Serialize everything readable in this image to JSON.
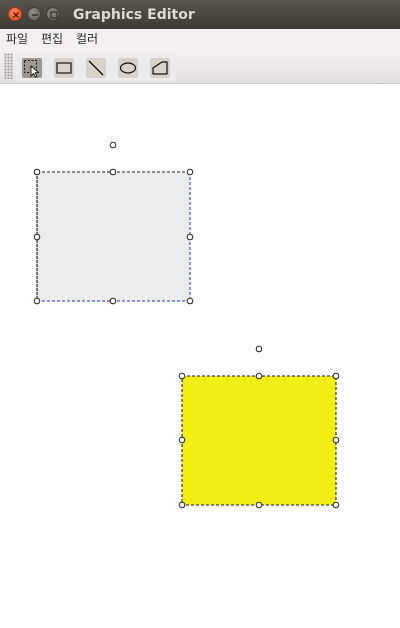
{
  "window": {
    "title": "Graphics Editor"
  },
  "menubar": {
    "items": [
      {
        "label": "파일"
      },
      {
        "label": "편집"
      },
      {
        "label": "컬러"
      }
    ]
  },
  "toolbar": {
    "tools": [
      {
        "icon": "select-cursor-icon",
        "selected": true
      },
      {
        "icon": "rectangle-icon",
        "selected": false
      },
      {
        "icon": "line-icon",
        "selected": false
      },
      {
        "icon": "ellipse-icon",
        "selected": false
      },
      {
        "icon": "polygon-icon",
        "selected": false
      }
    ]
  },
  "canvas": {
    "shapes": [
      {
        "type": "rectangle",
        "fill": "#ececec",
        "selected": true
      },
      {
        "type": "rectangle",
        "fill": "#f0ee12",
        "selected": true
      }
    ]
  },
  "colors": {
    "titlebar": "#3d3b37",
    "close_button": "#e1511f",
    "shape1_fill": "#ececec",
    "shape2_fill": "#f0ee12"
  }
}
